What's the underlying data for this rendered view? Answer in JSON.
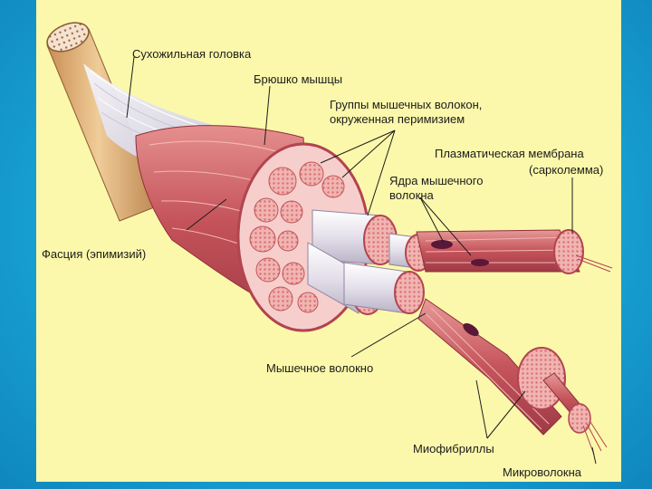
{
  "labels": {
    "tendon_head": "Сухожильная головка",
    "muscle_belly": "Брюшко мышцы",
    "fiber_groups_line1": "Группы мышечных волокон,",
    "fiber_groups_line2": "окруженная перимизием",
    "plasma_membrane_line1": "Плазматическая мембрана",
    "plasma_membrane_line2": "(сарколемма)",
    "nuclei_line1": "Ядра мышечного",
    "nuclei_line2": "волокна",
    "fascia": "Фасция (эпимизий)",
    "muscle_fiber": "Мышечное волокно",
    "myofibrils": "Миофибриллы",
    "microfibers": "Микроволокна"
  },
  "colors": {
    "background": "#1ba6d8",
    "panel": "#fbf8ab",
    "muscle": "#c9585c",
    "muscle_light": "#eaa4a2",
    "bone": "#e0b27c",
    "tendon": "#e8e8f0",
    "nucleus": "#5a1838"
  }
}
